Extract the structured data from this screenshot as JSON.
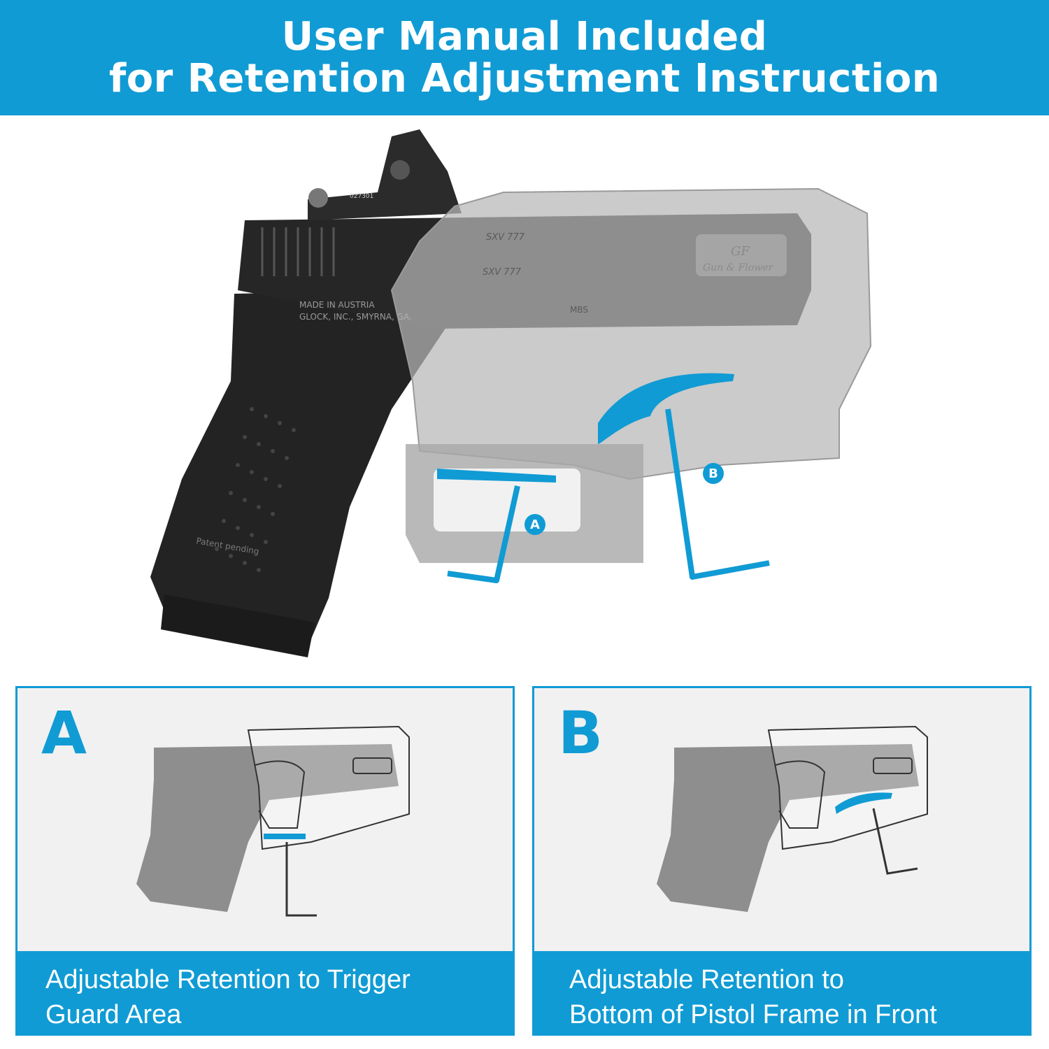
{
  "header": {
    "title_line1": "User Manual Included",
    "title_line2": "for Retention Adjustment Instruction"
  },
  "colors": {
    "accent": "#109bd4",
    "header_text": "#ffffff",
    "panel_bg": "#f1f1f1",
    "holster_gray": "#b7b7b7",
    "pistol_black": "#242424"
  },
  "hero": {
    "marker_a": "A",
    "marker_b": "B",
    "slide_engraving_1": "SXV 777",
    "slide_engraving_2": "SXV 777",
    "holster_brand_1": "GF",
    "holster_brand_2": "Gun & Flower",
    "frame_engraving_1": "MADE IN AUSTRIA",
    "frame_engraving_2": "GLOCK, INC., SMYRNA, GA.",
    "mbs_mark": "MBS",
    "grip_mark": "Patent pending",
    "optic_serial": "027301"
  },
  "panels": [
    {
      "letter": "A",
      "caption_line1": "Adjustable Retention to Trigger",
      "caption_line2": "Guard Area"
    },
    {
      "letter": "B",
      "caption_line1": "Adjustable Retention to",
      "caption_line2": "Bottom of Pistol Frame in Front"
    }
  ]
}
